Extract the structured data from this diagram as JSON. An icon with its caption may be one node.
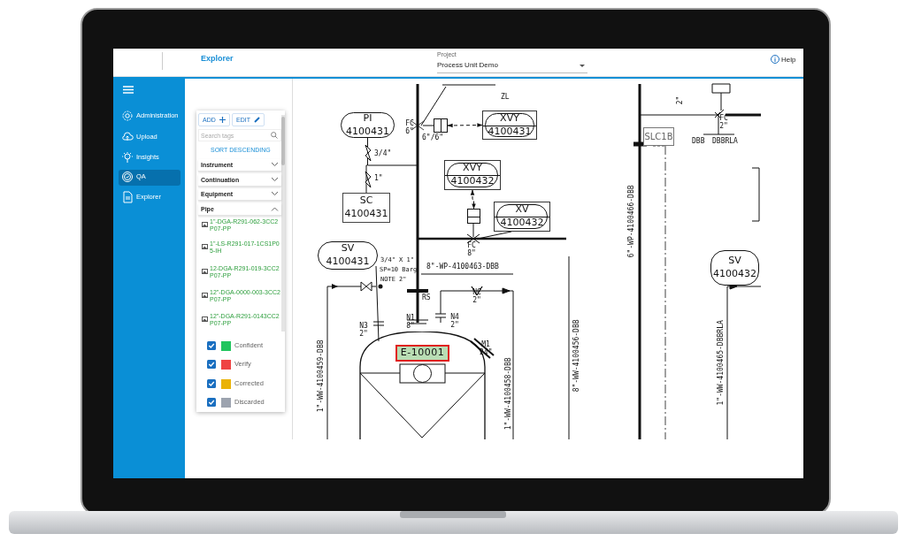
{
  "diagram": {
    "nodes": [
      {
        "text": [
          "PI",
          "4100431"
        ]
      },
      {
        "text": [
          "XVY",
          "4100431"
        ]
      },
      {
        "text": [
          "XVY",
          "4100432"
        ]
      },
      {
        "text": [
          "XV",
          "4100432"
        ]
      },
      {
        "text": [
          "SC",
          "4100431"
        ]
      },
      {
        "text": [
          "SV",
          "4100431"
        ]
      },
      {
        "text": [
          "SV",
          "4100432"
        ]
      },
      {
        "text": [
          "SLC1B"
        ]
      },
      {
        "text": [
          "E-10001"
        ],
        "beside": [
          "N1 8\"",
          "N3 2\"",
          "N4 2\"",
          "M1 24\""
        ]
      },
      {
        "text": [],
        "shape": "box"
      },
      {
        "text": [],
        "shape": "box"
      }
    ],
    "edges": [
      {
        "from": 9,
        "to": 1,
        "arrow": "both",
        "style": "dashed"
      },
      {
        "from": 2,
        "to": 10,
        "arrow": "both",
        "style": "dashed"
      },
      {
        "from": 0,
        "to": 4,
        "arrow": "none"
      },
      {
        "from": 5,
        "to": 8,
        "arrow": "none"
      }
    ],
    "labels": [
      "Explorer",
      "Project",
      "Process Unit Demo",
      "Help",
      "Administration",
      "Upload",
      "Insights",
      "QA",
      "Explorer",
      "ADD",
      "EDIT",
      "Search tags",
      "SORT DESCENDING",
      "Instrument",
      "Continuation",
      "Equipment",
      "Pipe",
      "1\"-DGA-R291-062-3CC2P07-PP",
      "1\"-LS-R291-017-1CS1P05-IH",
      "12-DGA-R291-019-3CC2P07-PP",
      "12\"-DGA-0000-003-3CC2P07-PP",
      "12\"-DGA-R291-0143CC2P07-PP",
      "ZL",
      "FC 6\"",
      "6\"/6\"",
      "3/4\"",
      "1\"",
      "FC 8\"",
      "3/4\" X 1\"",
      "SP=10 Barg",
      "NOTE 2\"",
      "8\"-WP-4100463-DBB",
      "RS",
      "NC 2\"",
      "1\"-WW-4100459-DBB",
      "1\"-WW-4100458-DBB",
      "8\"-WW-4100456-DBB",
      "6\"-WP-4100466-DBB",
      "2\"",
      "FC 2\"",
      "DBB",
      "DBBRLA",
      "1\"-WW-4100465-DBBRLA"
    ],
    "legend": [
      {
        "text": "Confident",
        "color": "#22c55e"
      },
      {
        "text": "Verify",
        "color": "#ef4444"
      },
      {
        "text": "Corrected",
        "color": "#eab308"
      },
      {
        "text": "Discarded",
        "color": "#9ca3af"
      }
    ]
  }
}
